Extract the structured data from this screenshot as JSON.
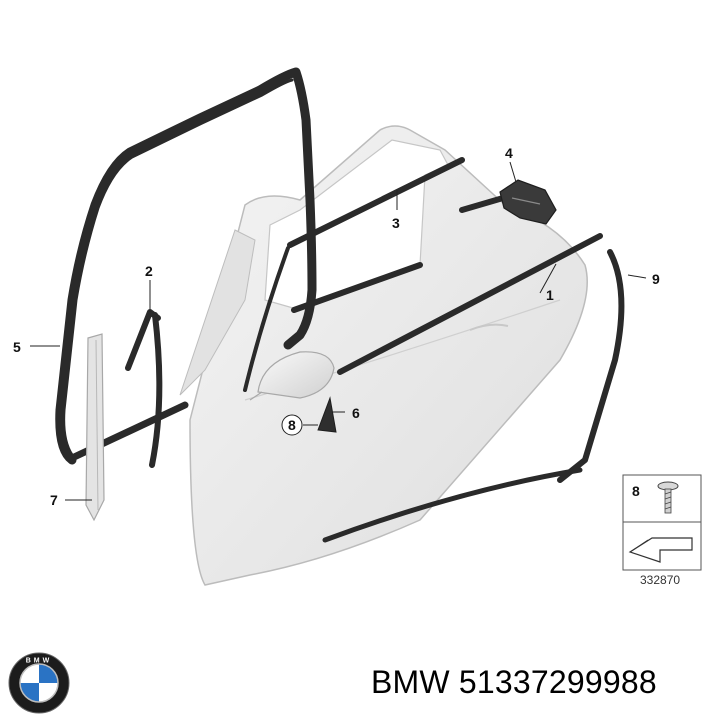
{
  "callouts": {
    "c1": "1",
    "c2": "2",
    "c3": "3",
    "c4": "4",
    "c5": "5",
    "c6": "6",
    "c7": "7",
    "c8": "8",
    "c9": "9"
  },
  "legend": {
    "part_number": "8",
    "diagram_code": "332870"
  },
  "footer": {
    "brand": "BMW",
    "part_number": "51337299988",
    "logo_letters": "BMW"
  },
  "colors": {
    "door_fill": "#ebebeb",
    "door_edge": "#bcbcbc",
    "seal": "#2a2a2a",
    "logo_blue": "#2a73c4"
  }
}
